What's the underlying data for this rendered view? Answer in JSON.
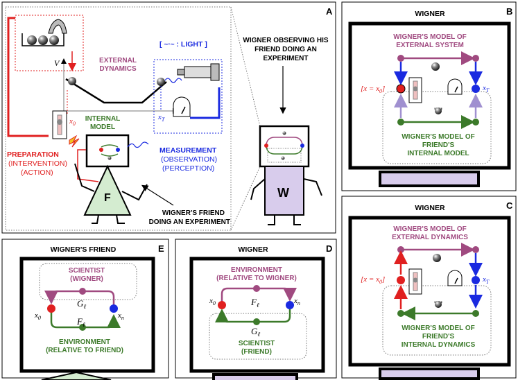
{
  "panel_a": {
    "letter": "A",
    "external_dynamics": [
      "EXTERNAL",
      "DYNAMICS"
    ],
    "light_legend": "[ ~∙~ : LIGHT ]",
    "v_label": "V",
    "x0_label": "x",
    "x0_sub": "0",
    "xT_label": "x",
    "xT_sub": "T",
    "internal_model": [
      "INTERNAL",
      "MODEL"
    ],
    "preparation": [
      "PREPARATION",
      "(INTERVENTION)",
      "(ACTION)"
    ],
    "measurement": [
      "MEASUREMENT",
      "(OBSERVATION)",
      "(PERCEPTION)"
    ],
    "friend_letter": "F",
    "friend_caption": [
      "WIGNER'S FRIEND",
      "DOING AN EXPERIMENT"
    ],
    "wigner_caption": [
      "WIGNER OBSERVING HIS",
      "FRIEND DOING AN",
      "EXPERIMENT"
    ],
    "wigner_letter": "W"
  },
  "panel_b": {
    "letter": "B",
    "title": "WIGNER",
    "top_text": [
      "WIGNER'S MODEL OF",
      "EXTERNAL SYSTEM"
    ],
    "x_eq": "[x = x",
    "x_eq_sub": "0",
    "x_eq_end": "]",
    "xT": "x",
    "xT_sub": "T",
    "quote": "\"   \"",
    "bottom_text": [
      "WIGNER'S MODEL OF",
      "FRIEND'S",
      "INTERNAL MODEL"
    ]
  },
  "panel_c": {
    "letter": "C",
    "title": "WIGNER",
    "top_text": [
      "WIGNER'S MODEL OF",
      "EXTERNAL DYNAMICS"
    ],
    "x_eq": "[x = x",
    "x_eq_sub": "0",
    "x_eq_end": "]",
    "xT": "x",
    "xT_sub": "T",
    "quote": "\"   \"",
    "bottom_text": [
      "WIGNER'S MODEL OF",
      "FRIEND'S",
      "INTERNAL DYNAMICS"
    ]
  },
  "panel_d": {
    "letter": "D",
    "title": "WIGNER",
    "top_text": [
      "ENVIRONMENT",
      "(RELATIVE TO WIGNER)"
    ],
    "f_label": "F",
    "g_label": "G",
    "sub_l": "ℓ",
    "x0": "x",
    "x0_sub": "0",
    "xn": "x",
    "xn_sub": "n",
    "bottom_text": [
      "SCIENTIST",
      "(FRIEND)"
    ]
  },
  "panel_e": {
    "letter": "E",
    "title": "WIGNER'S FRIEND",
    "top_text": [
      "SCIENTIST",
      "(WIGNER)"
    ],
    "g_label": "G",
    "f_label": "F",
    "sub_l": "ℓ",
    "x0": "x",
    "x0_sub": "0",
    "xn": "x",
    "xn_sub": "n",
    "bottom_text": [
      "ENVIRONMENT",
      "(RELATIVE TO FRIEND)"
    ]
  },
  "colors": {
    "purple": "#a04a80",
    "green": "#3c7a2a",
    "red": "#e02020",
    "blue": "#1a2ae0",
    "lavender": "#a090d0",
    "wigner_body": "#d8ccec",
    "friend_body": "#d4ecd0"
  }
}
